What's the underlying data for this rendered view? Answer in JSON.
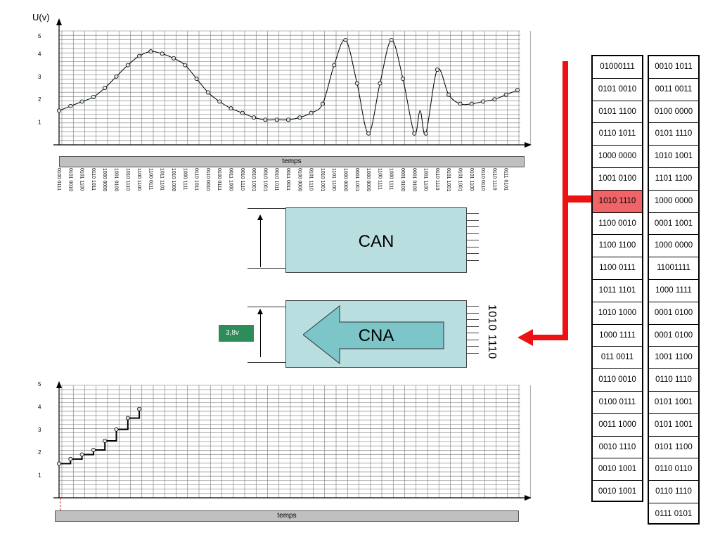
{
  "top_chart": {
    "y_axis_label": "U(v)",
    "y_ticks": [
      "1",
      "2",
      "3",
      "4",
      "5"
    ],
    "x_axis_label": "temps",
    "signal_curve": [
      [
        0,
        1.5
      ],
      [
        1,
        1.7
      ],
      [
        2,
        1.9
      ],
      [
        3,
        2.1
      ],
      [
        4,
        2.5
      ],
      [
        5,
        3.0
      ],
      [
        6,
        3.5
      ],
      [
        7,
        3.9
      ],
      [
        8,
        4.1
      ],
      [
        9,
        4.0
      ],
      [
        10,
        3.8
      ],
      [
        11,
        3.5
      ],
      [
        12,
        2.9
      ],
      [
        13,
        2.3
      ],
      [
        14,
        1.9
      ],
      [
        15,
        1.6
      ],
      [
        16,
        1.4
      ],
      [
        17,
        1.2
      ],
      [
        18,
        1.1
      ],
      [
        19,
        1.1
      ],
      [
        20,
        1.1
      ],
      [
        21,
        1.2
      ],
      [
        22,
        1.4
      ],
      [
        23,
        1.8
      ],
      [
        24,
        3.5
      ],
      [
        25,
        4.6
      ],
      [
        26,
        2.7
      ],
      [
        27,
        0.5
      ],
      [
        28,
        2.7
      ],
      [
        29,
        4.6
      ],
      [
        30,
        2.9
      ],
      [
        31,
        0.5
      ],
      [
        31.5,
        1.5
      ],
      [
        32,
        0.5
      ],
      [
        33,
        3.3
      ],
      [
        34,
        2.2
      ],
      [
        35,
        1.8
      ],
      [
        36,
        1.8
      ],
      [
        37,
        1.9
      ],
      [
        38,
        2.0
      ],
      [
        39,
        2.2
      ],
      [
        40,
        2.4
      ]
    ],
    "sample_points": [
      [
        0,
        1.5
      ],
      [
        1,
        1.7
      ],
      [
        2,
        1.9
      ],
      [
        3,
        2.1
      ],
      [
        4,
        2.5
      ],
      [
        5,
        3.0
      ],
      [
        6,
        3.5
      ],
      [
        7,
        3.9
      ],
      [
        8,
        4.1
      ],
      [
        9,
        4.0
      ],
      [
        10,
        3.8
      ],
      [
        11,
        3.5
      ],
      [
        12,
        2.9
      ],
      [
        13,
        2.3
      ],
      [
        14,
        1.9
      ],
      [
        15,
        1.6
      ],
      [
        16,
        1.4
      ],
      [
        17,
        1.2
      ],
      [
        18,
        1.1
      ],
      [
        19,
        1.1
      ],
      [
        20,
        1.1
      ],
      [
        21,
        1.2
      ],
      [
        22,
        1.4
      ],
      [
        23,
        1.8
      ],
      [
        24,
        3.5
      ],
      [
        25,
        4.6
      ],
      [
        26,
        2.7
      ],
      [
        27,
        0.5
      ],
      [
        28,
        2.7
      ],
      [
        29,
        4.6
      ],
      [
        30,
        2.9
      ],
      [
        31,
        0.5
      ],
      [
        32,
        0.5
      ],
      [
        33,
        3.3
      ],
      [
        34,
        2.2
      ],
      [
        35,
        1.8
      ],
      [
        36,
        1.8
      ],
      [
        37,
        1.9
      ],
      [
        38,
        2.0
      ],
      [
        39,
        2.2
      ],
      [
        40,
        2.4
      ]
    ],
    "sample_codes": [
      "0100 0111",
      "0101 0010",
      "0101 1100",
      "0110 1011",
      "1000 0000",
      "1001 0100",
      "1010 1110",
      "1100 1100",
      "1100 0111",
      "1011 1101",
      "1010 1000",
      "1000 1111",
      "0110 1011",
      "0110 0010",
      "0100 0111",
      "0011 1000",
      "0010 1110",
      "0010 1001",
      "0010 1001",
      "0010 1011",
      "0011 0011",
      "0100 0000",
      "0101 1110",
      "1010 1001",
      "1101 1100",
      "1000 0000",
      "0001 1001",
      "1000 0000",
      "1100 1111",
      "1000 1111",
      "0001 0100",
      "0001 0100",
      "1001 1100",
      "0110 1110",
      "0101 1001",
      "0101 1001",
      "0101 1100",
      "0110 0110",
      "0110 1110",
      "0111 0101"
    ]
  },
  "bottom_chart": {
    "y_ticks": [
      "1",
      "2",
      "3",
      "4",
      "5"
    ],
    "x_axis_label": "temps",
    "steps": [
      [
        0,
        1.5
      ],
      [
        1,
        1.7
      ],
      [
        2,
        1.9
      ],
      [
        3,
        2.1
      ],
      [
        4,
        2.5
      ],
      [
        5,
        3.0
      ],
      [
        6,
        3.5
      ],
      [
        7,
        3.9
      ]
    ]
  },
  "can_box": {
    "label": "CAN"
  },
  "cna_box": {
    "label": "CNA"
  },
  "voltage_readout": "3,8v",
  "cna_input_code": "1010 1110",
  "code_table": {
    "highlight_color": "#f06468",
    "arrow_color": "#ee1111",
    "column1": [
      "01000111",
      "0101 0010",
      "0101 1100",
      "0110 1011",
      "1000 0000",
      "1001 0100",
      "1010 1110",
      "1100 0010",
      "1100 1100",
      "1100 0111",
      "1011 1101",
      "1010 1000",
      "1000 1111",
      "011 0011",
      "0110 0010",
      "0100 0111",
      "0011 1000",
      "0010 1110",
      "0010 1001",
      "0010 1001"
    ],
    "column1_highlight_index": 6,
    "column2": [
      "0010 1011",
      "0011 0011",
      "0100 0000",
      "0101 1110",
      "1010 1001",
      "1101 1100",
      "1000 0000",
      "0001 1001",
      "1000 0000",
      "11001111",
      "1000 1111",
      "0001 0100",
      "0001 0100",
      "1001 1100",
      "0110 1110",
      "0101 1001",
      "0101 1001",
      "0101 1100",
      "0110 0110",
      "0110 1110",
      "0111 0101"
    ]
  }
}
